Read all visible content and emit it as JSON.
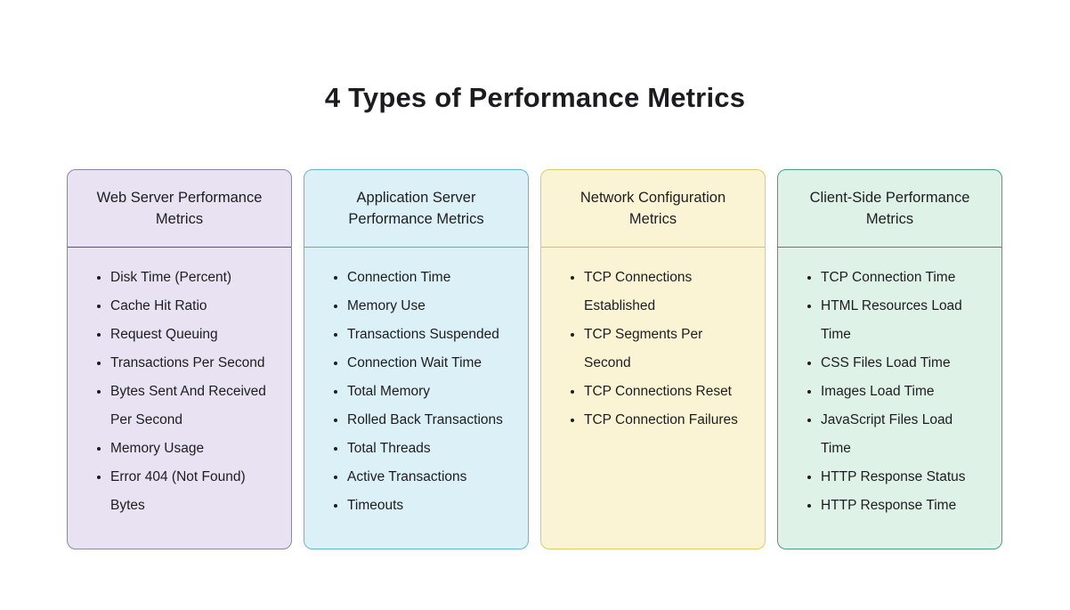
{
  "page_title": "4 Types of Performance Metrics",
  "colors": {
    "page_background": "#FFFFFF",
    "text": "#1D1D1F"
  },
  "cards": [
    {
      "title": "Web Server Performance Metrics",
      "bg": "#E9E2F3",
      "border": "#8C85AA",
      "divider": "#57527A",
      "items": [
        "Disk Time (Percent)",
        "Cache Hit Ratio",
        "Request Queuing",
        "Transactions Per Second",
        "Bytes Sent And Received Per Second",
        "Memory Usage",
        "Error 404 (Not Found) Bytes"
      ]
    },
    {
      "title": "Application Server Performance Metrics",
      "bg": "#DCF0F8",
      "border": "#60B9D1",
      "divider": "#55AFC9",
      "items": [
        "Connection Time",
        "Memory Use",
        "Transactions Suspended",
        "Connection Wait Time",
        "Total Memory",
        "Rolled Back Transactions",
        "Total Threads",
        "Active Transactions",
        "Timeouts"
      ]
    },
    {
      "title": "Network Configuration Metrics",
      "bg": "#FAF4D4",
      "border": "#DBCC69",
      "divider": "#D3C45C",
      "items": [
        "TCP Connections Established",
        "TCP Segments Per Second",
        "TCP Connections Reset",
        "TCP Connection Failures"
      ]
    },
    {
      "title": "Client-Side Performance Metrics",
      "bg": "#DFF2E8",
      "border": "#46A184",
      "divider": "#2E9573",
      "items": [
        "TCP Connection Time",
        "HTML Resources Load Time",
        "CSS Files Load Time",
        "Images Load Time",
        "JavaScript Files Load Time",
        "HTTP Response Status",
        "HTTP Response Time"
      ]
    }
  ]
}
